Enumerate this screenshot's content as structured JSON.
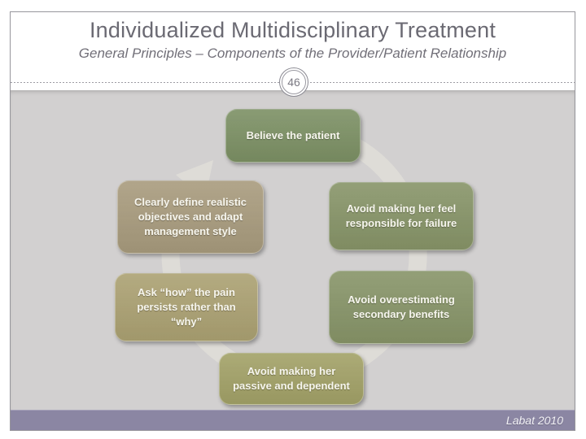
{
  "slide": {
    "title": "Individualized Multidisciplinary Treatment",
    "subtitle": "General Principles – Components of the Provider/Patient Relationship",
    "page_number": "46",
    "footer": "Labat 2010"
  },
  "diagram": {
    "type": "cycle",
    "direction": "clockwise",
    "ring_color": "#dedcd7",
    "boxes": [
      {
        "id": "believe",
        "label": "Believe the patient",
        "color": "#7c9064"
      },
      {
        "id": "feel",
        "label": "Avoid making her feel\nresponsible for failure",
        "color": "#879468"
      },
      {
        "id": "overestimating",
        "label": "Avoid overestimating\nsecondary benefits",
        "color": "#879468"
      },
      {
        "id": "passive",
        "label": "Avoid making her\npassive and dependent",
        "color": "#a2a167"
      },
      {
        "id": "ask",
        "label": "Ask “how” the pain\npersists rather than\n“why”",
        "color": "#aba172"
      },
      {
        "id": "clearly",
        "label": "Clearly define realistic\nobjectives and adapt\nmanagement style",
        "color": "#a89b7d"
      }
    ]
  },
  "colors": {
    "title_text": "#6b6a73",
    "subtitle_text": "#716f78",
    "content_background": "#d2d0d0",
    "footer_background": "#8b86a3",
    "footer_text": "#f2f1f6",
    "badge_text": "#7a7982",
    "box_text": "#f7f6ee"
  }
}
